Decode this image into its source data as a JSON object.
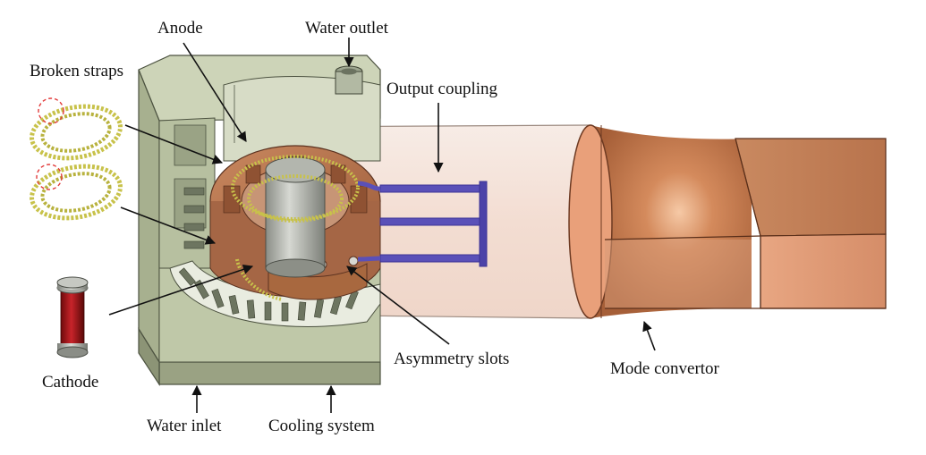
{
  "labels": {
    "anode": "Anode",
    "water_outlet": "Water outlet",
    "broken_straps": "Broken straps",
    "output_coupling": "Output coupling",
    "cathode": "Cathode",
    "asymmetry_slots": "Asymmetry slots",
    "mode_convertor": "Mode convertor",
    "water_inlet": "Water inlet",
    "cooling_system": "Cooling system"
  },
  "colors": {
    "housing": "#b9c3a4",
    "copper": "#b7714e",
    "waveguide": "#f4e2d8",
    "strap": "#c8c24a",
    "coupling": "#5a50b8",
    "cathode_core": "#b4161a",
    "highlight_circle": "#e23b3b"
  }
}
